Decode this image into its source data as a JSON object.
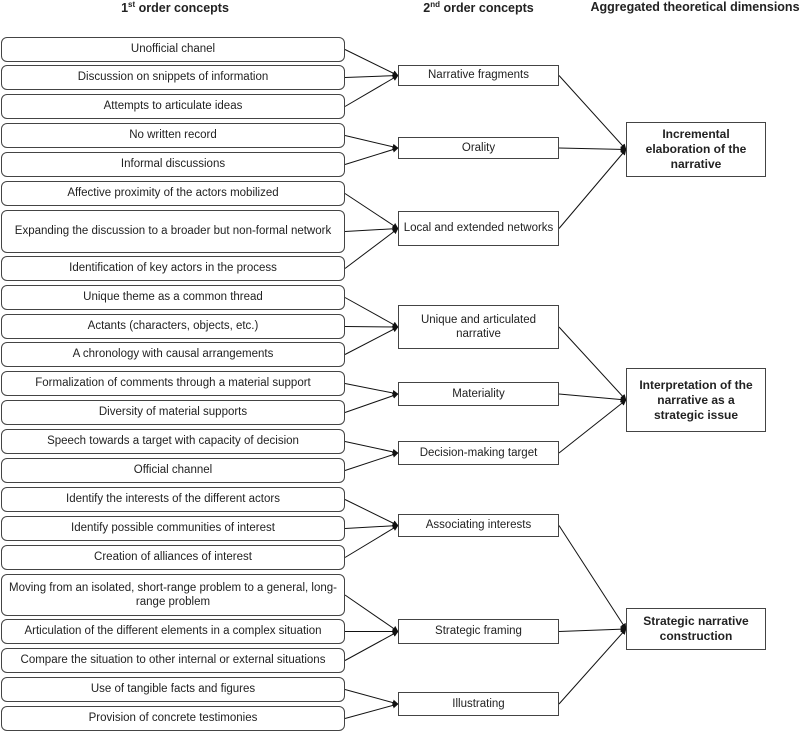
{
  "headers": {
    "col1_prefix": "1",
    "col1_sup": "st",
    "col1_suffix": " order concepts",
    "col2_prefix": "2",
    "col2_sup": "nd",
    "col2_suffix": " order concepts",
    "col3": "Aggregated theoretical dimensions"
  },
  "first_order": [
    "Unofficial chanel",
    "Discussion on snippets of information",
    "Attempts to articulate ideas",
    "No written record",
    "Informal discussions",
    "Affective proximity of the actors mobilized",
    "Expanding the discussion to a broader but non-formal network",
    "Identification of key actors in the process",
    "Unique theme as a common thread",
    "Actants (characters, objects, etc.)",
    "A chronology with causal arrangements",
    "Formalization of comments through a material support",
    "Diversity of material supports",
    "Speech towards a target with capacity of decision",
    "Official channel",
    "Identify the interests of the different actors",
    "Identify possible communities of interest",
    "Creation of alliances of interest",
    "Moving from an isolated, short-range problem to a general, long-range problem",
    "Articulation of the different elements in a complex situation",
    "Compare the situation to other internal or external situations",
    "Use of tangible facts and figures",
    "Provision of concrete testimonies"
  ],
  "second_order": [
    "Narrative fragments",
    "Orality",
    "Local and extended networks",
    "Unique and articulated narrative",
    "Materiality",
    "Decision-making target",
    "Associating interests",
    "Strategic framing",
    "Illustrating"
  ],
  "aggregate": [
    "Incremental elaboration of the narrative",
    "Interpretation of the narrative as a strategic issue",
    "Strategic narrative construction"
  ]
}
